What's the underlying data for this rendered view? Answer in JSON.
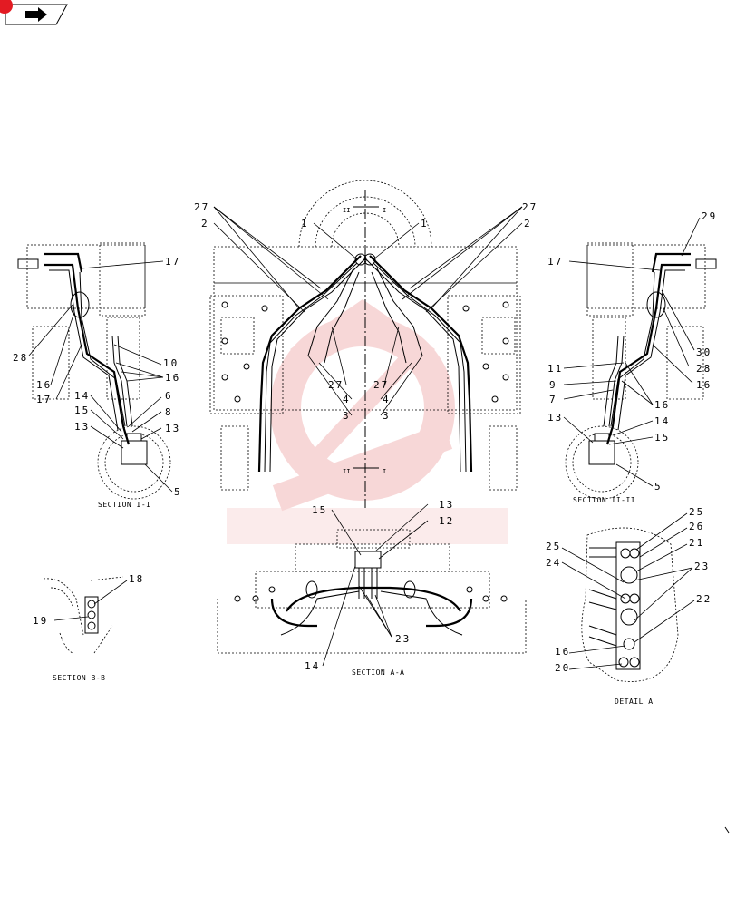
{
  "colors": {
    "ink": "#000000",
    "watermark": "#f2b8b8",
    "badge": "#e31b23"
  },
  "toolbar": {
    "nav_icon": "arrow-icon"
  },
  "captions": {
    "section_1": "SECTION I-I",
    "section_2": "SECTION II-II",
    "section_aa": "SECTION A-A",
    "section_bb": "SECTION B-B",
    "detail_a": "DETAIL A"
  },
  "marks": {
    "roman_1": "I",
    "roman_2": "II"
  },
  "callouts": {
    "top": [
      "27",
      "2",
      "1",
      "1",
      "27",
      "2",
      "27",
      "27",
      "4",
      "4",
      "3",
      "3"
    ],
    "s1": [
      "17",
      "28",
      "16",
      "17",
      "10",
      "16",
      "14",
      "15",
      "13",
      "6",
      "8",
      "13",
      "5"
    ],
    "s2": [
      "29",
      "17",
      "30",
      "28",
      "16",
      "11",
      "9",
      "7",
      "13",
      "16",
      "14",
      "15",
      "5"
    ],
    "aa": [
      "15",
      "13",
      "12",
      "23",
      "14"
    ],
    "bb": [
      "18",
      "19"
    ],
    "det": [
      "25",
      "26",
      "21",
      "25",
      "24",
      "23",
      "22",
      "16",
      "20"
    ]
  }
}
